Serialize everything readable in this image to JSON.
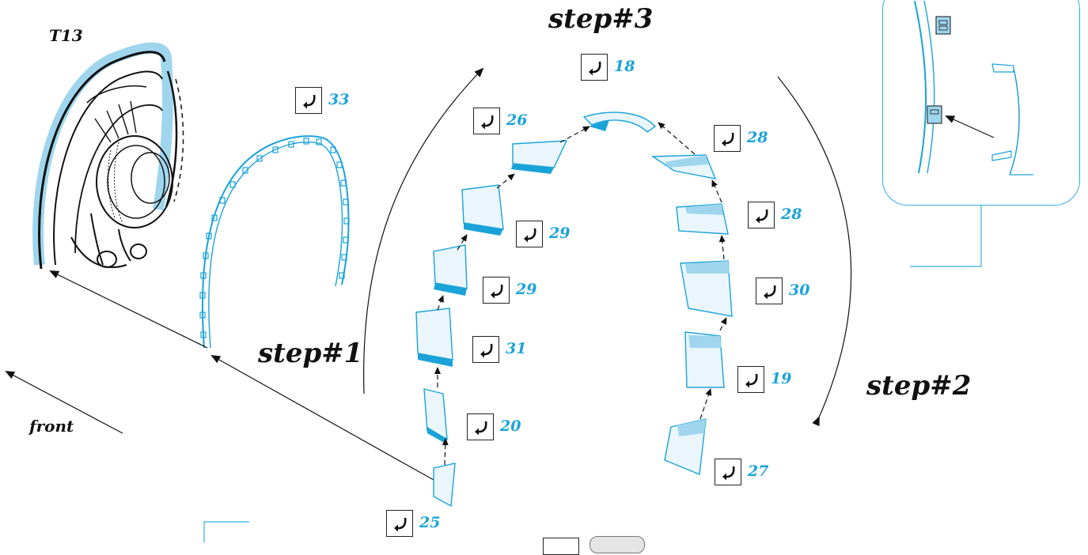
{
  "labels": {
    "t13": "T13",
    "step1": "step#1",
    "step2": "step#2",
    "step3": "step#3",
    "front": "front"
  },
  "callouts": [
    {
      "num": "33",
      "icon": "fold-arrow-icon"
    },
    {
      "num": "18",
      "icon": "fold-arrow-icon"
    },
    {
      "num": "26",
      "icon": "fold-arrow-icon"
    },
    {
      "num": "28",
      "icon": "fold-arrow-icon"
    },
    {
      "num": "28",
      "icon": "fold-arrow-icon"
    },
    {
      "num": "29",
      "icon": "fold-arrow-icon"
    },
    {
      "num": "29",
      "icon": "fold-arrow-icon"
    },
    {
      "num": "30",
      "icon": "fold-arrow-icon"
    },
    {
      "num": "31",
      "icon": "fold-arrow-icon"
    },
    {
      "num": "19",
      "icon": "fold-arrow-icon"
    },
    {
      "num": "20",
      "icon": "fold-arrow-icon"
    },
    {
      "num": "27",
      "icon": "fold-arrow-icon"
    },
    {
      "num": "25",
      "icon": "fold-arrow-icon"
    }
  ],
  "colors": {
    "part": "#1aa3d9",
    "part_light": "#9fd6ee",
    "line": "#111111",
    "inset_border": "#36ade0"
  }
}
